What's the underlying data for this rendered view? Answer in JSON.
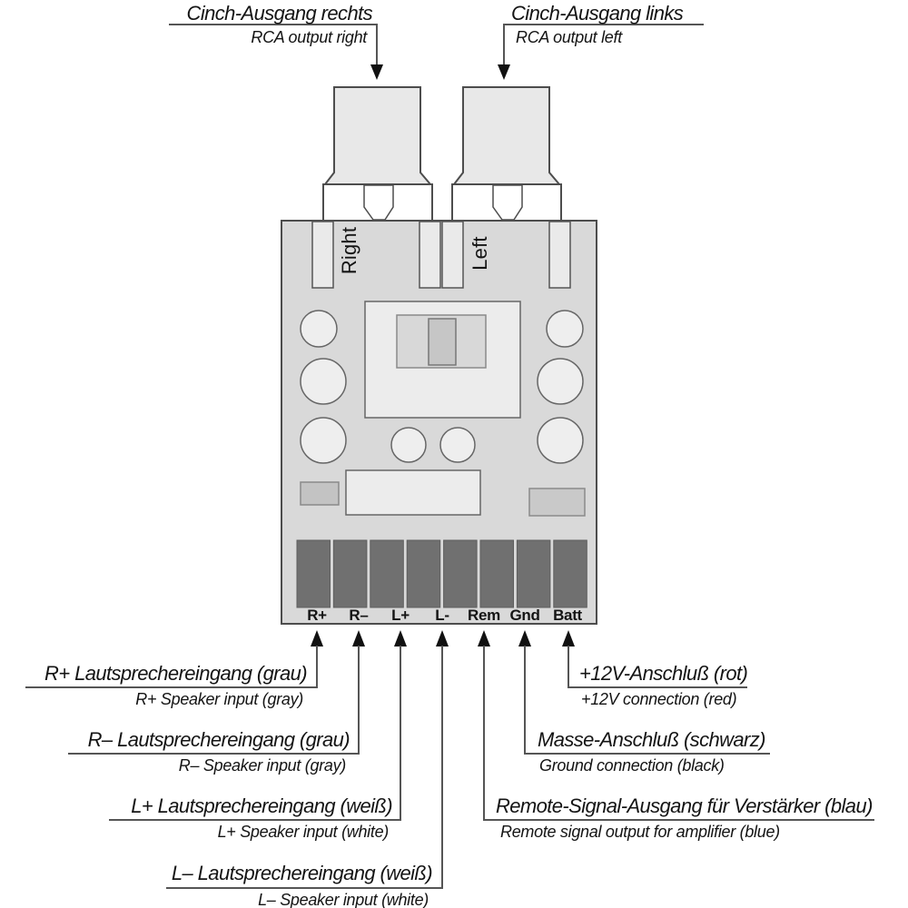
{
  "top_labels": {
    "right": {
      "de": "Cinch-Ausgang rechts",
      "en": "RCA output right"
    },
    "left": {
      "de": "Cinch-Ausgang links",
      "en": "RCA output left"
    }
  },
  "board": {
    "channel_right_label": "Right",
    "channel_left_label": "Left",
    "terminals": [
      "R+",
      "R–",
      "L+",
      "L-",
      "Rem",
      "Gnd",
      "Batt"
    ]
  },
  "annotations": {
    "r_plus": {
      "de": "R+ Lautsprechereingang (grau)",
      "en": "R+ Speaker input (gray)"
    },
    "r_minus": {
      "de": "R– Lautsprechereingang (grau)",
      "en": "R– Speaker input (gray)"
    },
    "l_plus": {
      "de": "L+ Lautsprechereingang (weiß)",
      "en": "L+ Speaker input (white)"
    },
    "l_minus": {
      "de": "L– Lautsprechereingang (weiß)",
      "en": "L– Speaker input (white)"
    },
    "power": {
      "de": "+12V-Anschluß (rot)",
      "en": "+12V connection (red)"
    },
    "ground": {
      "de": "Masse-Anschluß (schwarz)",
      "en": "Ground connection (black)"
    },
    "remote": {
      "de": "Remote-Signal-Ausgang für Verstärker (blau)",
      "en": "Remote signal output for amplifier (blue)"
    }
  },
  "colors": {
    "board_fill": "#d9d9d9",
    "component_fill": "#ececec",
    "connector_fill": "#e8e8e8",
    "terminal_fill": "#707070",
    "switch_knob_fill": "#c6c6c6",
    "leader_line": "#555555",
    "outline": "#4d4d4d",
    "text": "#141414"
  }
}
